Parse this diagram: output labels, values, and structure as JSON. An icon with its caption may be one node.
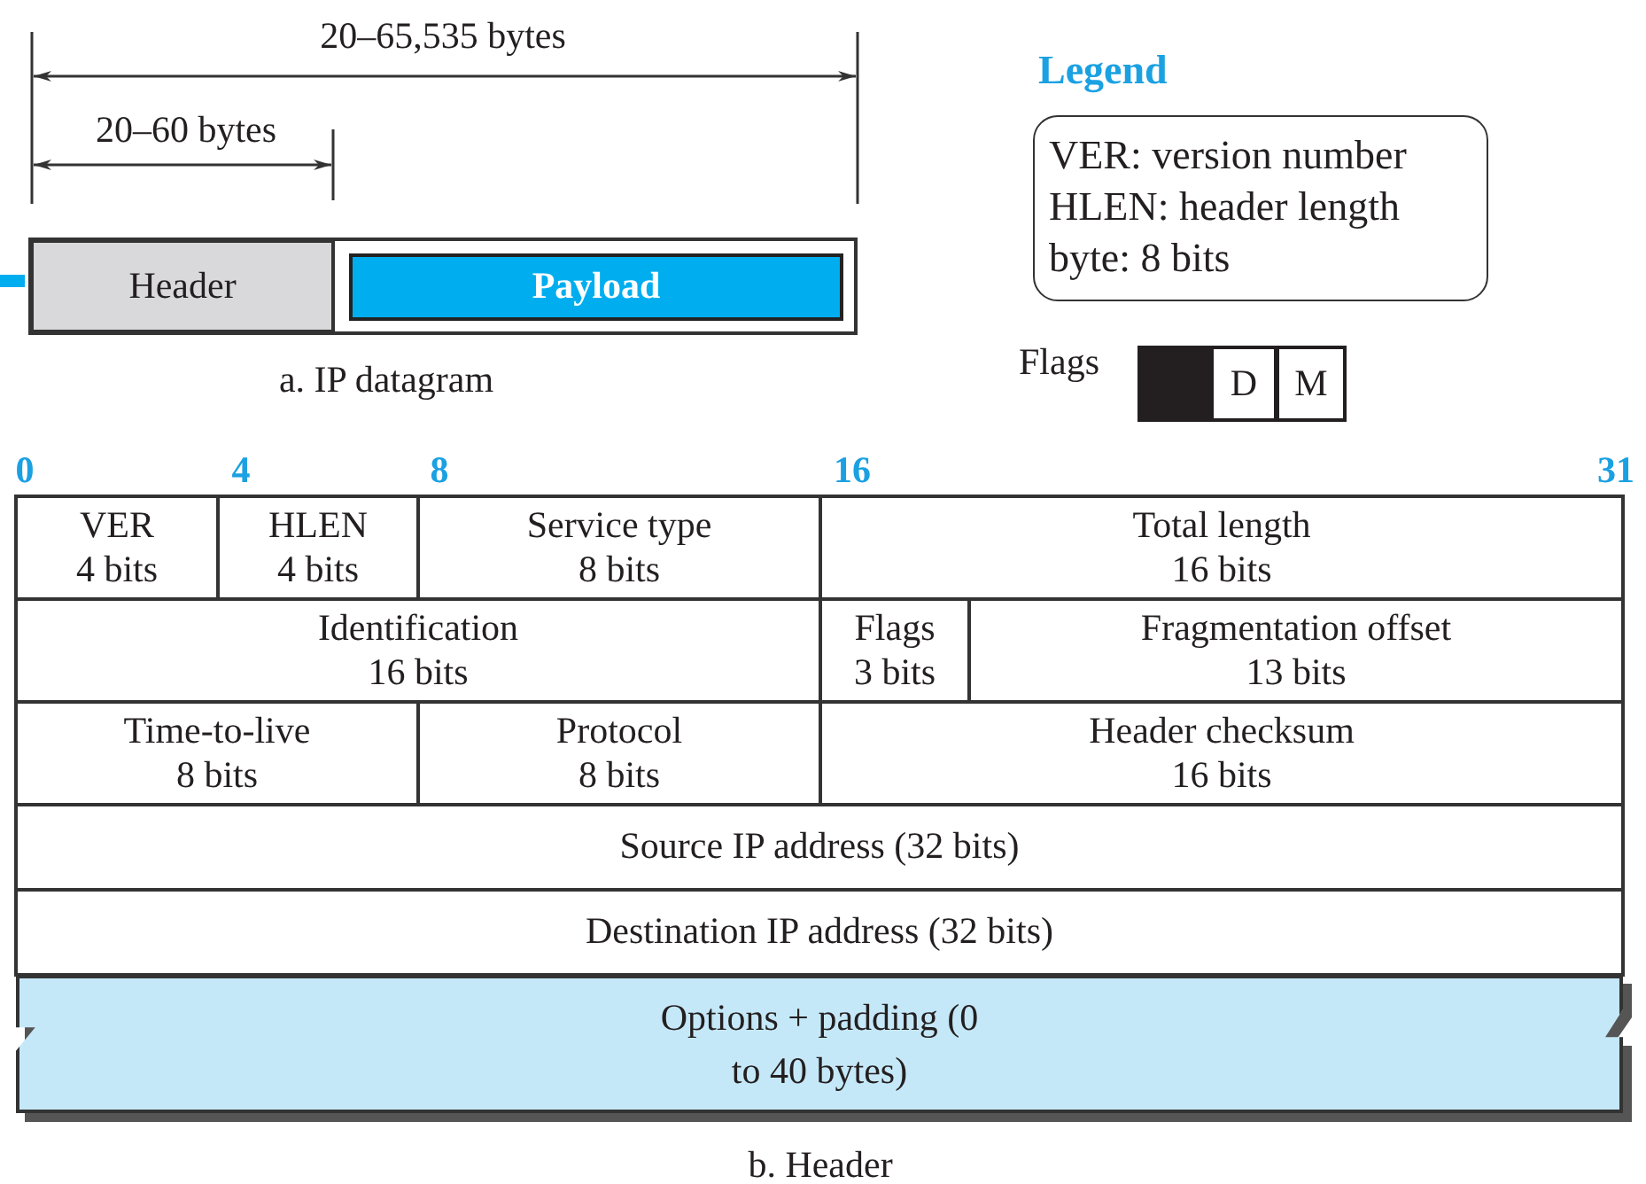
{
  "diagram": {
    "nodes": [
      {
        "text": [
          "Header"
        ]
      },
      {
        "text": [
          "Payload"
        ]
      },
      {
        "text": [
          "Legend",
          "VER: version number",
          "HLEN: header length",
          "byte: 8 bits"
        ]
      },
      {
        "text": [],
        "shape": "box"
      },
      {
        "text": [
          "D"
        ]
      },
      {
        "text": [
          "M"
        ]
      },
      {
        "text": [
          "VER",
          "4 bits"
        ]
      },
      {
        "text": [
          "HLEN",
          "4 bits"
        ]
      },
      {
        "text": [
          "Service type",
          "8 bits"
        ]
      },
      {
        "text": [
          "Total length",
          "16 bits"
        ]
      },
      {
        "text": [
          "Identification",
          "16 bits"
        ]
      },
      {
        "text": [
          "Flags",
          "3 bits"
        ]
      },
      {
        "text": [
          "Fragmentation offset",
          "13 bits"
        ]
      },
      {
        "text": [
          "Time-to-live",
          "8 bits"
        ]
      },
      {
        "text": [
          "Protocol",
          "8 bits"
        ]
      },
      {
        "text": [
          "Header checksum",
          "16 bits"
        ]
      },
      {
        "text": [
          "Source IP address (32 bits)"
        ]
      },
      {
        "text": [
          "Destination IP address (32 bits)"
        ]
      },
      {
        "text": [
          "Options + padding (0 to 40 bytes)"
        ]
      }
    ],
    "labels": [
      "20–65,535 bytes",
      "20–60 bytes",
      "a. IP datagram",
      "Flags",
      "0",
      "4",
      "8",
      "16",
      "31",
      "b. Header"
    ]
  }
}
